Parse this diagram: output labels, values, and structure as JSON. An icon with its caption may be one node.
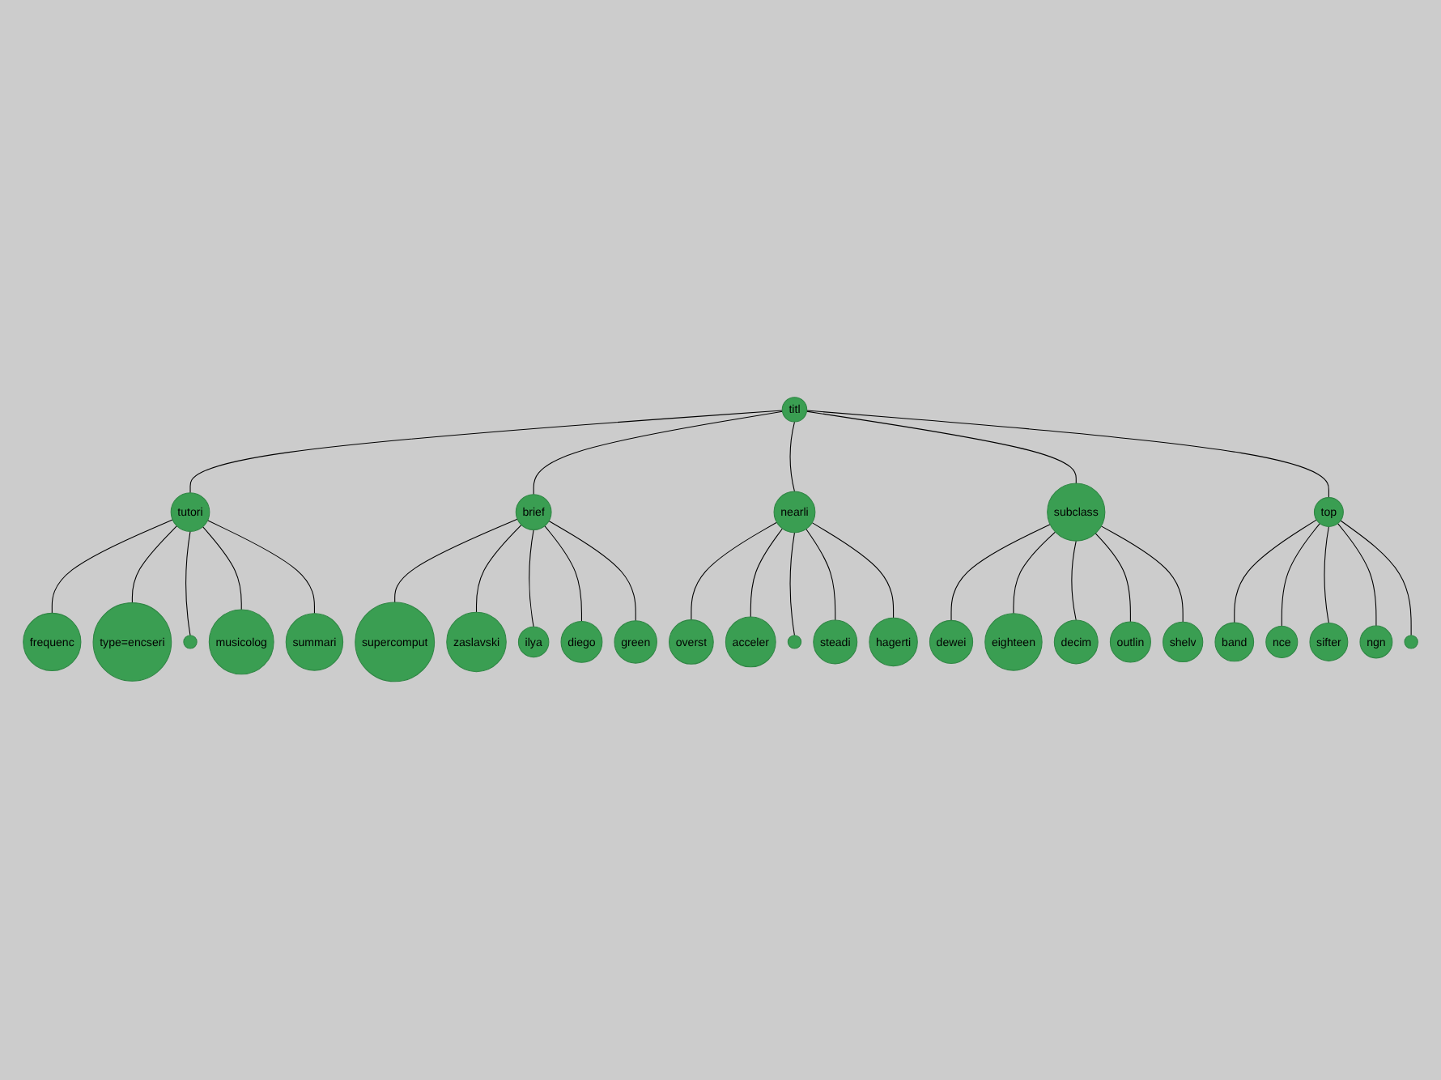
{
  "diagram": {
    "nodes": [
      {
        "text": [
          "titl"
        ]
      },
      {
        "text": [
          "tutori"
        ]
      },
      {
        "text": [
          "frequenc"
        ]
      },
      {
        "text": [
          "type=encseri"
        ]
      },
      {
        "text": [],
        "shape": "circle"
      },
      {
        "text": [
          "musicolog"
        ]
      },
      {
        "text": [
          "summari"
        ]
      },
      {
        "text": [
          "brief"
        ]
      },
      {
        "text": [
          "supercomput"
        ]
      },
      {
        "text": [
          "zaslavski"
        ]
      },
      {
        "text": [
          "ilya"
        ]
      },
      {
        "text": [
          "diego"
        ]
      },
      {
        "text": [
          "green"
        ]
      },
      {
        "text": [
          "nearli"
        ]
      },
      {
        "text": [
          "overst"
        ]
      },
      {
        "text": [
          "acceler"
        ]
      },
      {
        "text": [],
        "shape": "circle"
      },
      {
        "text": [
          "steadi"
        ]
      },
      {
        "text": [
          "hagerti"
        ]
      },
      {
        "text": [
          "subclass"
        ]
      },
      {
        "text": [
          "dewei"
        ]
      },
      {
        "text": [
          "eighteen"
        ]
      },
      {
        "text": [
          "decim"
        ]
      },
      {
        "text": [
          "outlin"
        ]
      },
      {
        "text": [
          "shelv"
        ]
      },
      {
        "text": [
          "top"
        ]
      },
      {
        "text": [
          "band"
        ]
      },
      {
        "text": [
          "nce"
        ]
      },
      {
        "text": [
          "sifter"
        ]
      },
      {
        "text": [
          "ngn"
        ]
      },
      {
        "text": [],
        "shape": "circle"
      }
    ],
    "edges": [
      {
        "from": 0,
        "to": 1,
        "arrow": "none"
      },
      {
        "from": 1,
        "to": 2,
        "arrow": "none"
      },
      {
        "from": 1,
        "to": 3,
        "arrow": "none"
      },
      {
        "from": 1,
        "to": 4,
        "arrow": "none"
      },
      {
        "from": 1,
        "to": 5,
        "arrow": "none"
      },
      {
        "from": 1,
        "to": 6,
        "arrow": "none"
      },
      {
        "from": 0,
        "to": 7,
        "arrow": "none"
      },
      {
        "from": 7,
        "to": 8,
        "arrow": "none"
      },
      {
        "from": 7,
        "to": 9,
        "arrow": "none"
      },
      {
        "from": 7,
        "to": 10,
        "arrow": "none"
      },
      {
        "from": 7,
        "to": 11,
        "arrow": "none"
      },
      {
        "from": 7,
        "to": 12,
        "arrow": "none"
      },
      {
        "from": 0,
        "to": 13,
        "arrow": "none"
      },
      {
        "from": 13,
        "to": 14,
        "arrow": "none"
      },
      {
        "from": 13,
        "to": 15,
        "arrow": "none"
      },
      {
        "from": 13,
        "to": 16,
        "arrow": "none"
      },
      {
        "from": 13,
        "to": 17,
        "arrow": "none"
      },
      {
        "from": 13,
        "to": 18,
        "arrow": "none"
      },
      {
        "from": 0,
        "to": 19,
        "arrow": "none"
      },
      {
        "from": 19,
        "to": 20,
        "arrow": "none"
      },
      {
        "from": 19,
        "to": 21,
        "arrow": "none"
      },
      {
        "from": 19,
        "to": 22,
        "arrow": "none"
      },
      {
        "from": 19,
        "to": 23,
        "arrow": "none"
      },
      {
        "from": 19,
        "to": 24,
        "arrow": "none"
      },
      {
        "from": 0,
        "to": 25,
        "arrow": "none"
      },
      {
        "from": 25,
        "to": 26,
        "arrow": "none"
      },
      {
        "from": 25,
        "to": 27,
        "arrow": "none"
      },
      {
        "from": 25,
        "to": 28,
        "arrow": "none"
      },
      {
        "from": 25,
        "to": 29,
        "arrow": "none"
      },
      {
        "from": 25,
        "to": 30,
        "arrow": "none"
      }
    ]
  }
}
